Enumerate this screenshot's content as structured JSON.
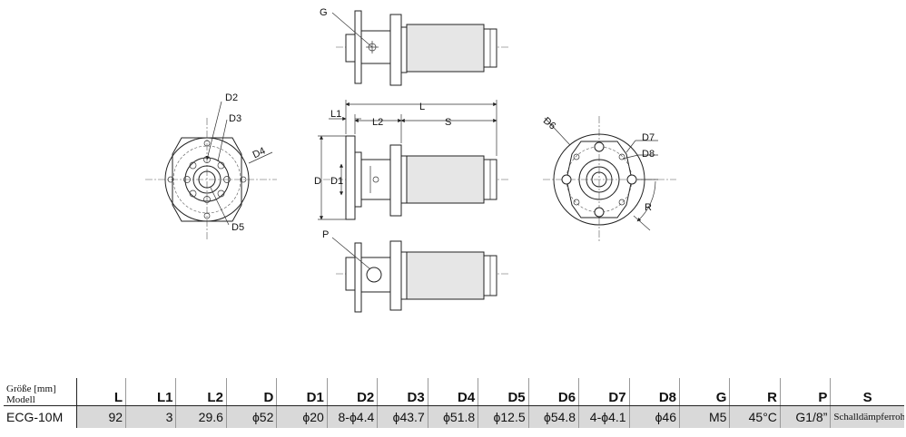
{
  "drawing": {
    "labels": {
      "G": "G",
      "L": "L",
      "L1": "L1",
      "L2": "L2",
      "S": "S",
      "D": "D",
      "D1": "D1",
      "D2": "D2",
      "D3": "D3",
      "D4": "D4",
      "D5": "D5",
      "D6": "D6",
      "D7": "D7",
      "D8": "D8",
      "R": "R",
      "P": "P"
    }
  },
  "table": {
    "corner_top": "Größe [mm]",
    "corner_bottom": "Modell",
    "columns": [
      "L",
      "L1",
      "L2",
      "D",
      "D1",
      "D2",
      "D3",
      "D4",
      "D5",
      "D6",
      "D7",
      "D8",
      "G",
      "R",
      "P",
      "S"
    ],
    "rows": [
      {
        "model": "ECG-10M",
        "values": [
          "92",
          "3",
          "29.6",
          "ϕ52",
          "ϕ20",
          "8-ϕ4.4",
          "ϕ43.7",
          "ϕ51.8",
          "ϕ12.5",
          "ϕ54.8",
          "4-ϕ4.1",
          "ϕ46",
          "M5",
          "45°C",
          "G1/8”",
          "Schalldämpferrohr"
        ]
      }
    ]
  }
}
